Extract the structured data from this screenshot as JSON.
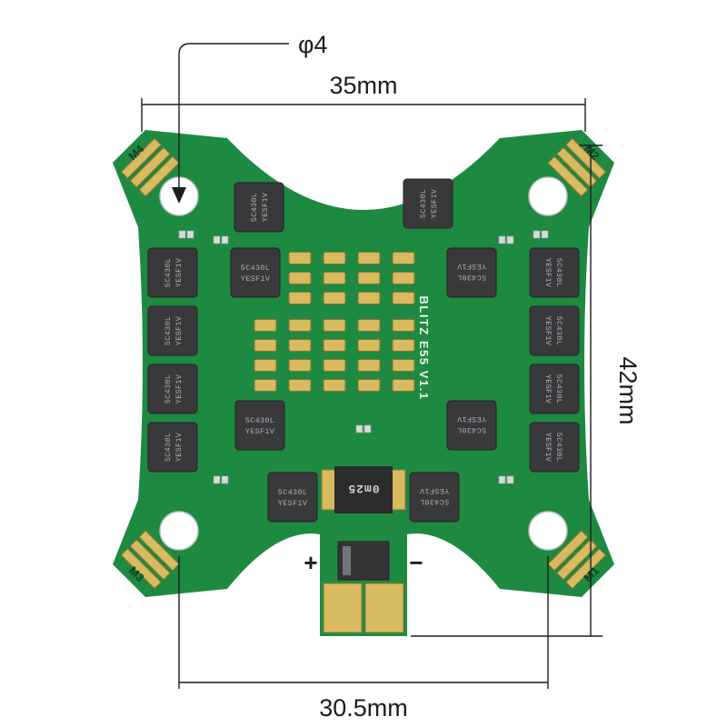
{
  "annotations": {
    "hole_diameter": "φ4",
    "top_width": "35mm",
    "side_height": "42mm",
    "bottom_width": "30.5mm"
  },
  "board": {
    "model_silkscreen": "BLITZ E55 V1.1",
    "motor_labels": {
      "top_left": "M4",
      "top_right": "M2",
      "bottom_left": "M3",
      "bottom_right": "M1"
    },
    "mosfet_label": {
      "line1": "5C430L",
      "line2": "YESF1V"
    },
    "shunt_label": "0m25",
    "battery_positive": "+",
    "battery_negative": "−"
  },
  "colors": {
    "board_green": "#1e8a41",
    "pad_gold": "#d8ba60",
    "chip_black": "#39393b",
    "hole_white": "#ffffff",
    "silk_white": "#eef3ee",
    "dimension_ink": "#1d1d1d"
  }
}
